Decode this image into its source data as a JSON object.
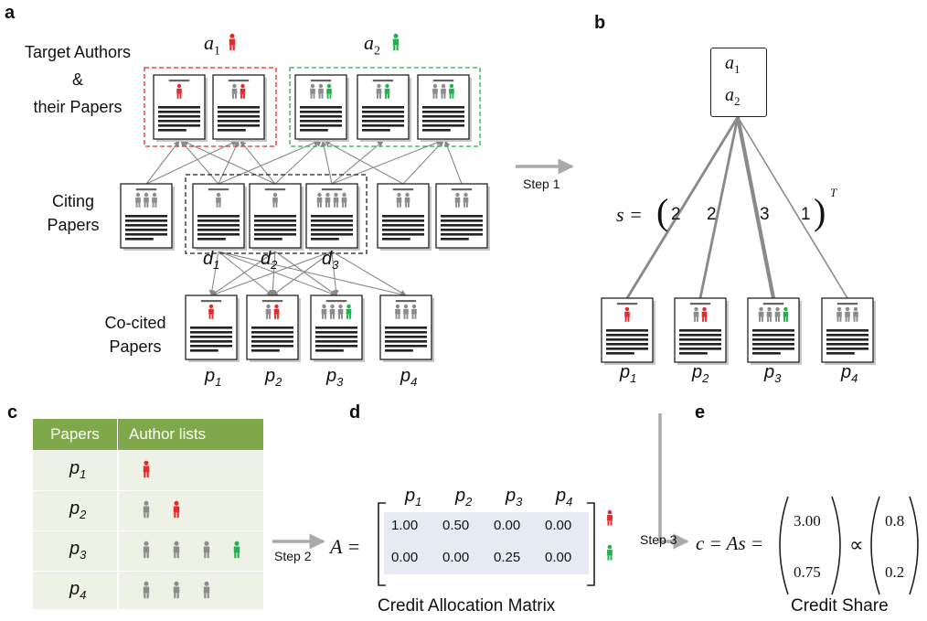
{
  "panels": {
    "a": "a",
    "b": "b",
    "c": "c",
    "d": "d",
    "e": "e"
  },
  "section_a": {
    "target_label_lines": [
      "Target Authors",
      "&",
      "their Papers"
    ],
    "citing_label_lines": [
      "Citing",
      "Papers"
    ],
    "cocited_label_lines": [
      "Co-cited",
      "Papers"
    ],
    "author1": "a",
    "author1_sub": "1",
    "author2": "a",
    "author2_sub": "2",
    "d_labels": [
      {
        "base": "d",
        "sub": "1"
      },
      {
        "base": "d",
        "sub": "2"
      },
      {
        "base": "d",
        "sub": "3"
      }
    ],
    "p_labels": [
      {
        "base": "p",
        "sub": "1"
      },
      {
        "base": "p",
        "sub": "2"
      },
      {
        "base": "p",
        "sub": "3"
      },
      {
        "base": "p",
        "sub": "4"
      }
    ]
  },
  "steps": {
    "step1": "Step 1",
    "step2": "Step 2",
    "step3": "Step 3"
  },
  "section_b": {
    "author1": "a",
    "author1_sub": "1",
    "author2": "a",
    "author2_sub": "2",
    "s_lhs": "s =",
    "s_values": [
      "2",
      "2",
      "3",
      "1"
    ],
    "s_transpose": "T",
    "p_labels": [
      {
        "base": "p",
        "sub": "1"
      },
      {
        "base": "p",
        "sub": "2"
      },
      {
        "base": "p",
        "sub": "3"
      },
      {
        "base": "p",
        "sub": "4"
      }
    ]
  },
  "section_c": {
    "headers": [
      "Papers",
      "Author lists"
    ],
    "rows": [
      {
        "base": "p",
        "sub": "1",
        "authors": [
          "red"
        ]
      },
      {
        "base": "p",
        "sub": "2",
        "authors": [
          "gray",
          "red"
        ]
      },
      {
        "base": "p",
        "sub": "3",
        "authors": [
          "gray",
          "gray",
          "gray",
          "green"
        ]
      },
      {
        "base": "p",
        "sub": "4",
        "authors": [
          "gray",
          "gray",
          "gray"
        ]
      }
    ],
    "header_color": "#7fa84a",
    "row_color": "#eef2e6"
  },
  "section_d": {
    "lhs": "A =",
    "columns": [
      {
        "base": "p",
        "sub": "1"
      },
      {
        "base": "p",
        "sub": "2"
      },
      {
        "base": "p",
        "sub": "3"
      },
      {
        "base": "p",
        "sub": "4"
      }
    ],
    "matrix": [
      [
        "1.00",
        "0.50",
        "0.00",
        "0.00"
      ],
      [
        "0.00",
        "0.00",
        "0.25",
        "0.00"
      ]
    ],
    "caption": "Credit Allocation Matrix"
  },
  "section_e": {
    "lhs": "c = As =",
    "vector": [
      "3.00",
      "0.75"
    ],
    "proportional": "∝",
    "share": [
      "0.8",
      "0.2"
    ],
    "caption": "Credit Share"
  },
  "colors": {
    "red": "#e8292b",
    "green": "#22b14c",
    "gray": "#8c8c8c",
    "arrow": "#999999",
    "matrix_bg": "#e6ebf3"
  }
}
